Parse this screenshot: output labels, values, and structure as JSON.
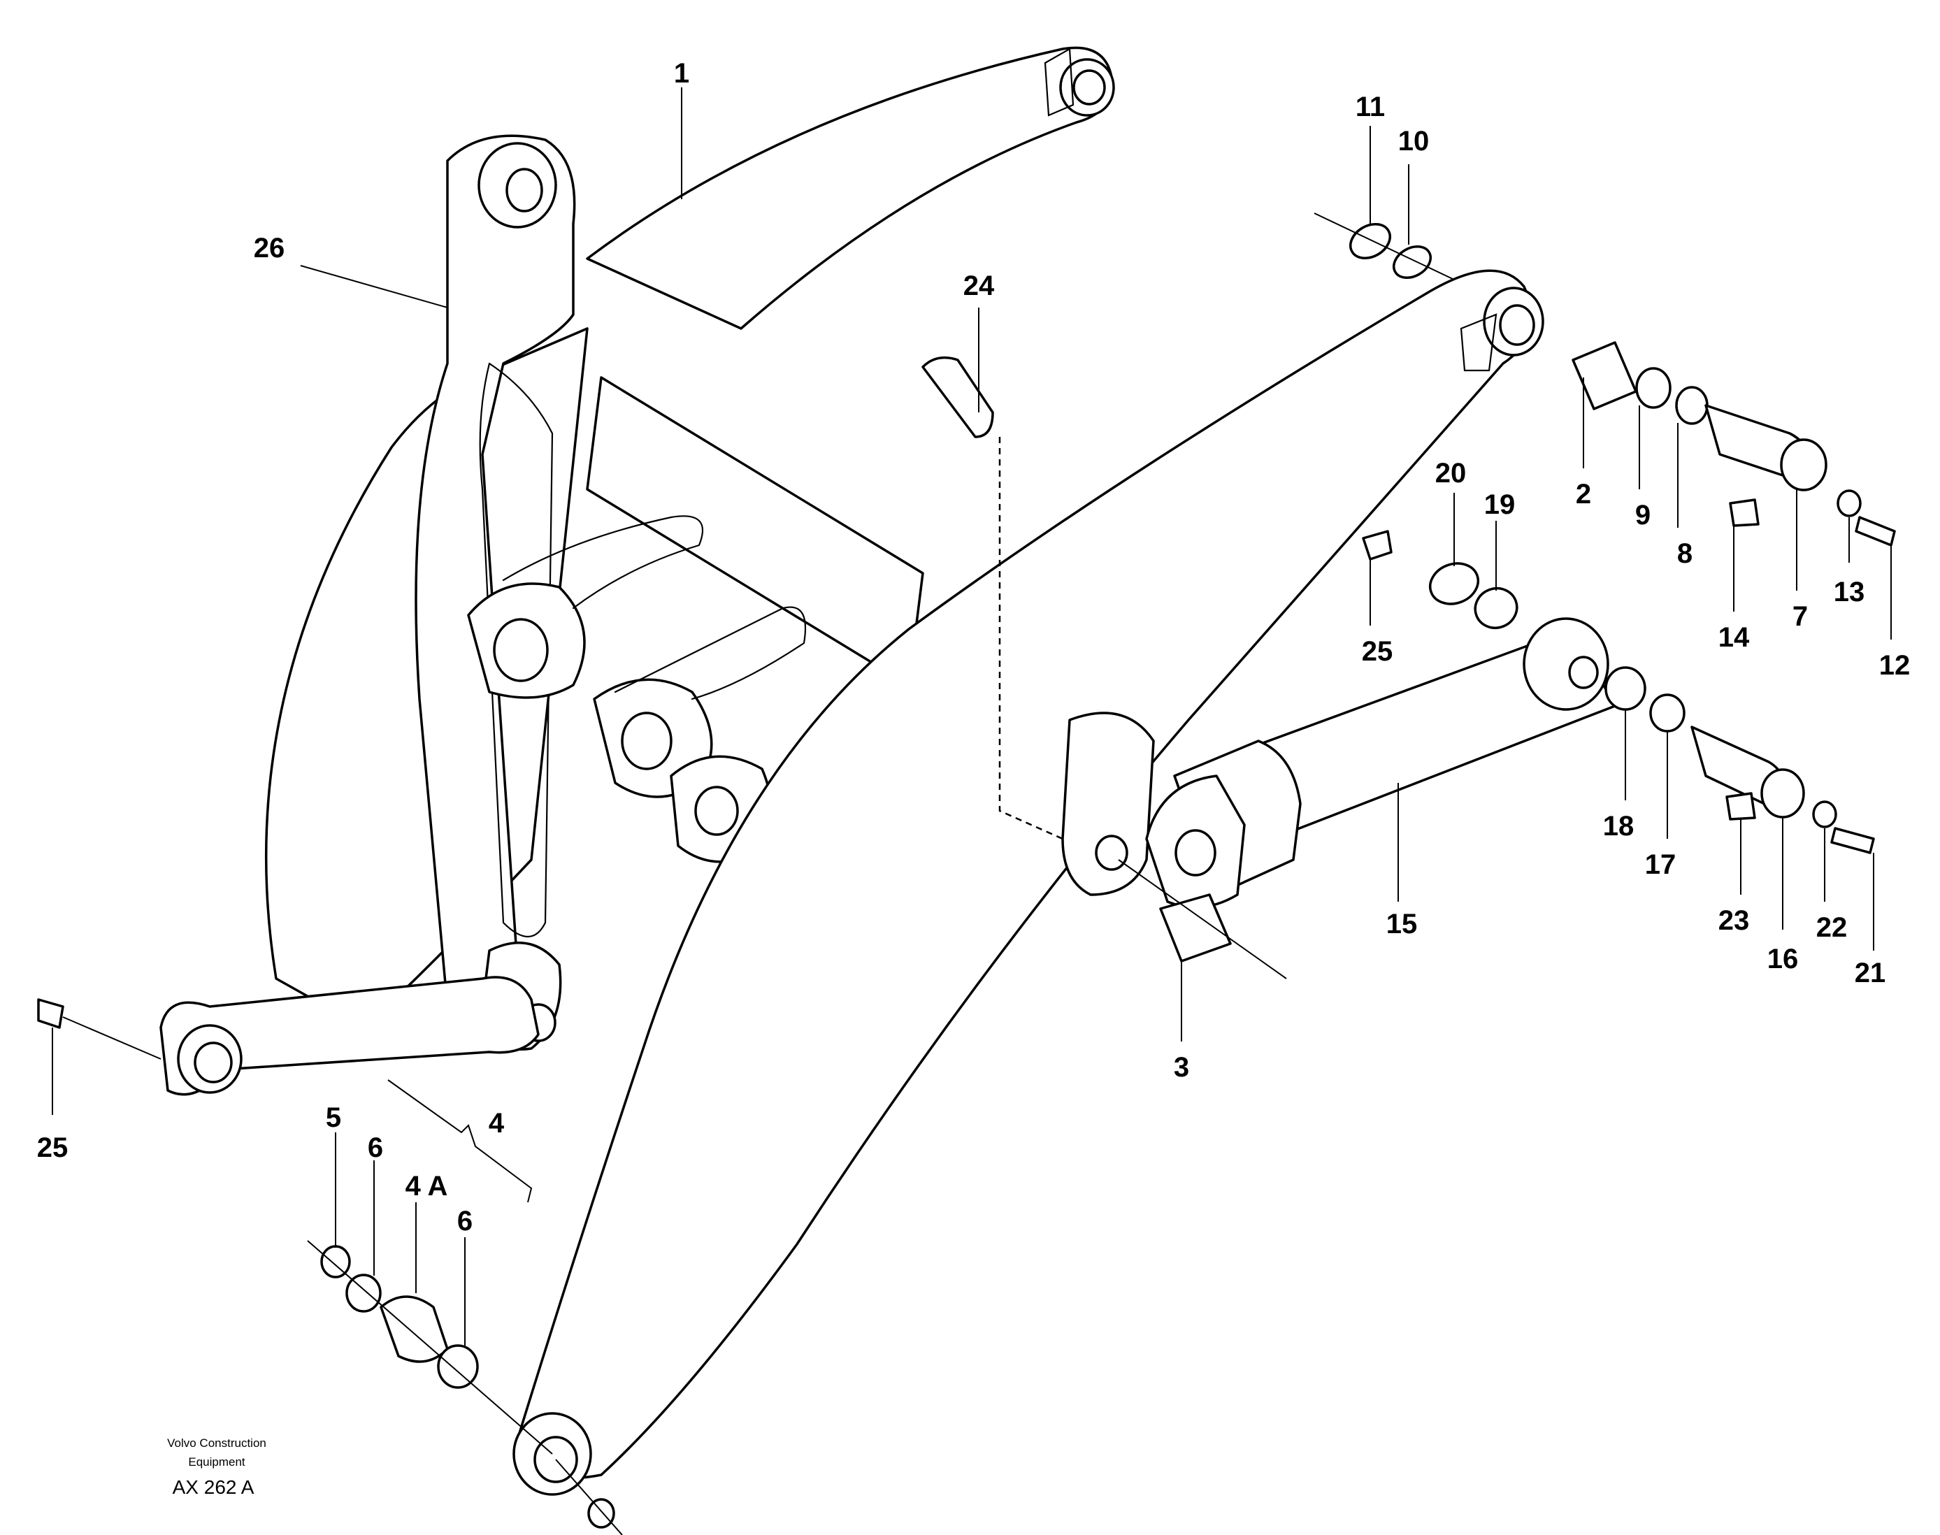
{
  "credit": {
    "line1": "Volvo Construction",
    "line2": "Equipment",
    "code": "AX 262 A"
  },
  "callouts": {
    "c1": "1",
    "c2": "2",
    "c3": "3",
    "c4": "4",
    "c4a": "4 A",
    "c5": "5",
    "c6a": "6",
    "c6b": "6",
    "c7": "7",
    "c8": "8",
    "c9": "9",
    "c10": "10",
    "c11": "11",
    "c12": "12",
    "c13": "13",
    "c14": "14",
    "c15": "15",
    "c16": "16",
    "c17": "17",
    "c18": "18",
    "c19": "19",
    "c20": "20",
    "c21": "21",
    "c22": "22",
    "c23": "23",
    "c24": "24",
    "c25a": "25",
    "c25b": "25",
    "c26": "26"
  }
}
